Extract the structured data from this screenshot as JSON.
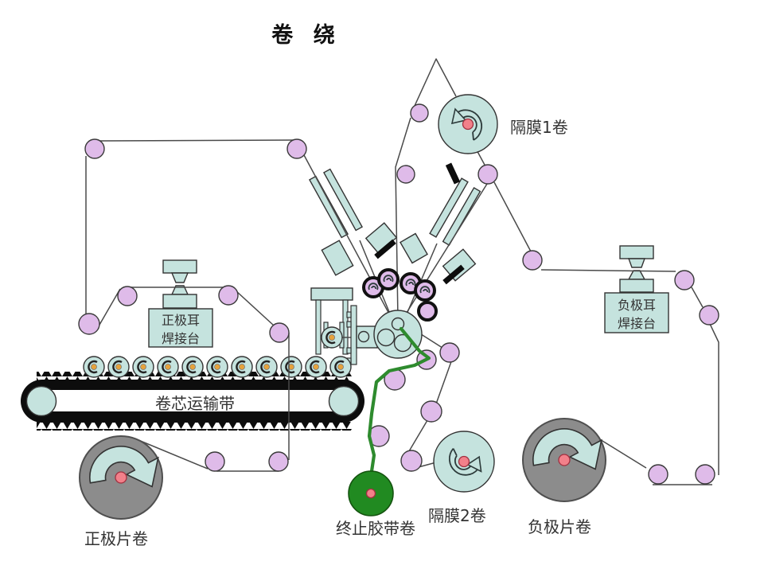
{
  "title": "卷 绕",
  "labels": {
    "separator1": "隔膜1卷",
    "separator2": "隔膜2卷",
    "positive_tab_station_line1": "正极耳",
    "positive_tab_station_line2": "焊接台",
    "negative_tab_station_line1": "负极耳",
    "negative_tab_station_line2": "焊接台",
    "conveyor": "卷芯运输带",
    "positive_roll": "正极片卷",
    "negative_roll": "负极片卷",
    "termination_tape_roll": "终止胶带卷"
  },
  "colors": {
    "teal": "#c5e3de",
    "purple": "#dfbbe9",
    "pinkDot": "#f2808a",
    "gray": "#8c8c8c",
    "green": "#218a21",
    "greenTape": "#2e8b2e",
    "orange": "#e6a23c",
    "line": "#4a4a4a",
    "labelColor": "#333333"
  }
}
